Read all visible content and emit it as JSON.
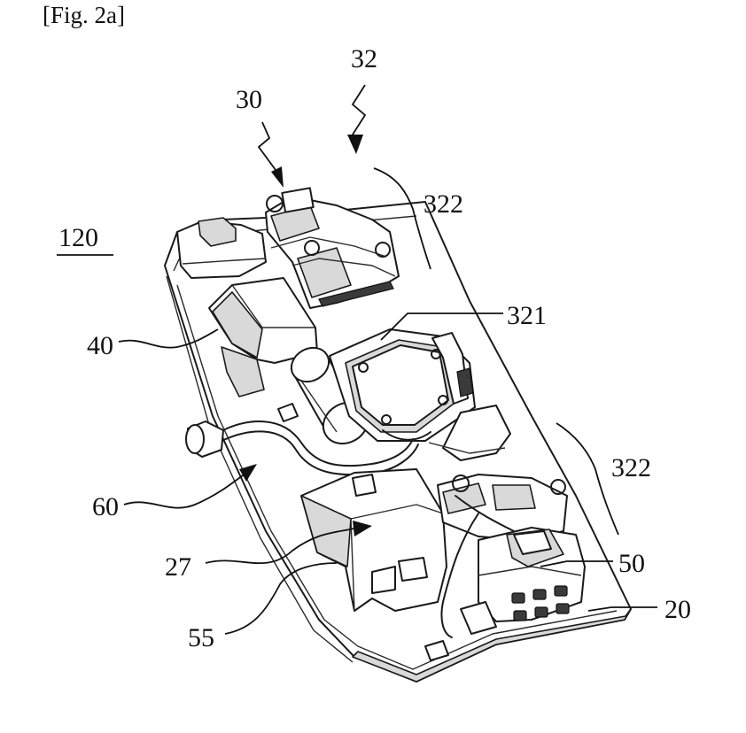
{
  "figure": {
    "title": "[Fig. 2a]",
    "underlined_label": "120",
    "reference_labels": {
      "l32": "32",
      "l30": "30",
      "l322_top": "322",
      "l321": "321",
      "l40": "40",
      "l322_right": "322",
      "l60": "60",
      "l50": "50",
      "l27": "27",
      "l20": "20",
      "l55": "55"
    }
  }
}
